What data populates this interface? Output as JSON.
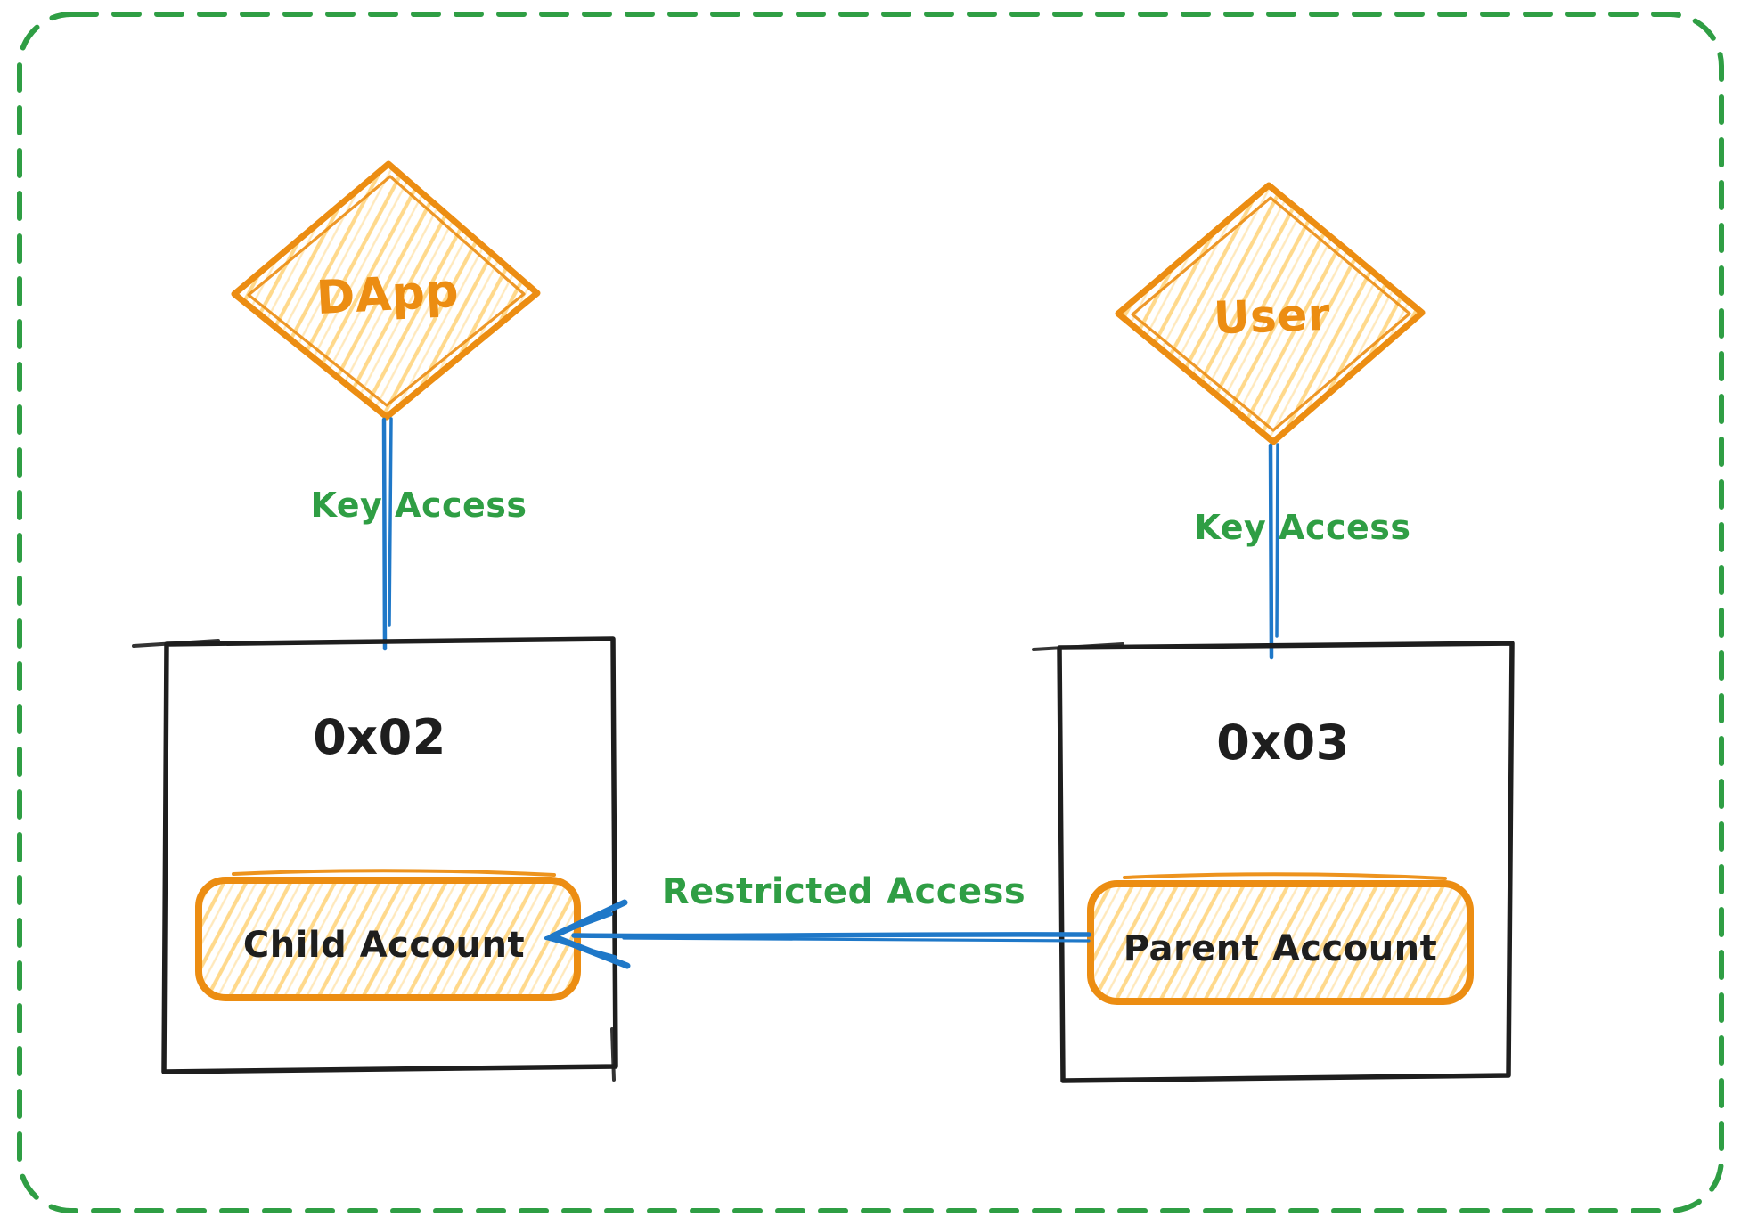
{
  "diagram": {
    "actors": {
      "dapp": {
        "label": "DApp"
      },
      "user": {
        "label": "User"
      }
    },
    "accounts": {
      "left": {
        "address": "0x02",
        "inner_label": "Child Account"
      },
      "right": {
        "address": "0x03",
        "inner_label": "Parent Account"
      }
    },
    "edges": {
      "dapp_key_access": {
        "label": "Key Access"
      },
      "user_key_access": {
        "label": "Key Access"
      },
      "restricted_access": {
        "label": "Restricted Access"
      }
    },
    "palette": {
      "border_green": "#2f9e44",
      "orange_stroke": "#ec8d12",
      "orange_hatch": "#ffd98c",
      "blue": "#1f78c8",
      "ink": "#1e1e1e",
      "background": "#ffffff"
    }
  }
}
